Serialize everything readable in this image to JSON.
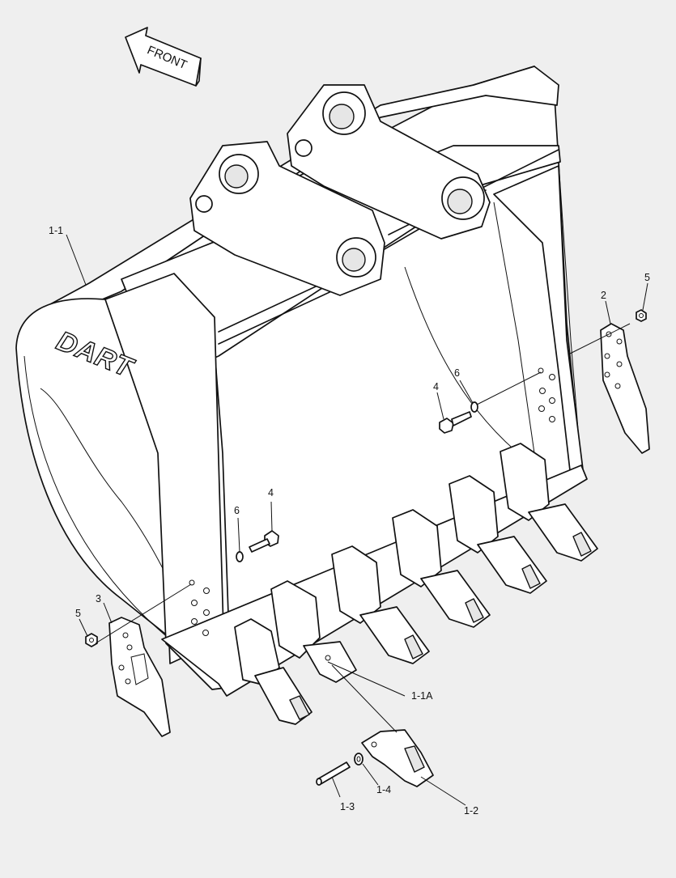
{
  "front_arrow": {
    "label": "FRONT"
  },
  "logo_text": "DART",
  "callouts": [
    {
      "id": "1-1",
      "label": "1-1"
    },
    {
      "id": "2",
      "label": "2"
    },
    {
      "id": "5-right",
      "label": "5"
    },
    {
      "id": "6-right",
      "label": "6"
    },
    {
      "id": "4-right",
      "label": "4"
    },
    {
      "id": "4-left",
      "label": "4"
    },
    {
      "id": "6-left",
      "label": "6"
    },
    {
      "id": "3",
      "label": "3"
    },
    {
      "id": "5-left",
      "label": "5"
    },
    {
      "id": "1-1A",
      "label": "1-1A"
    },
    {
      "id": "1-3",
      "label": "1-3"
    },
    {
      "id": "1-4",
      "label": "1-4"
    },
    {
      "id": "1-2",
      "label": "1-2"
    }
  ]
}
